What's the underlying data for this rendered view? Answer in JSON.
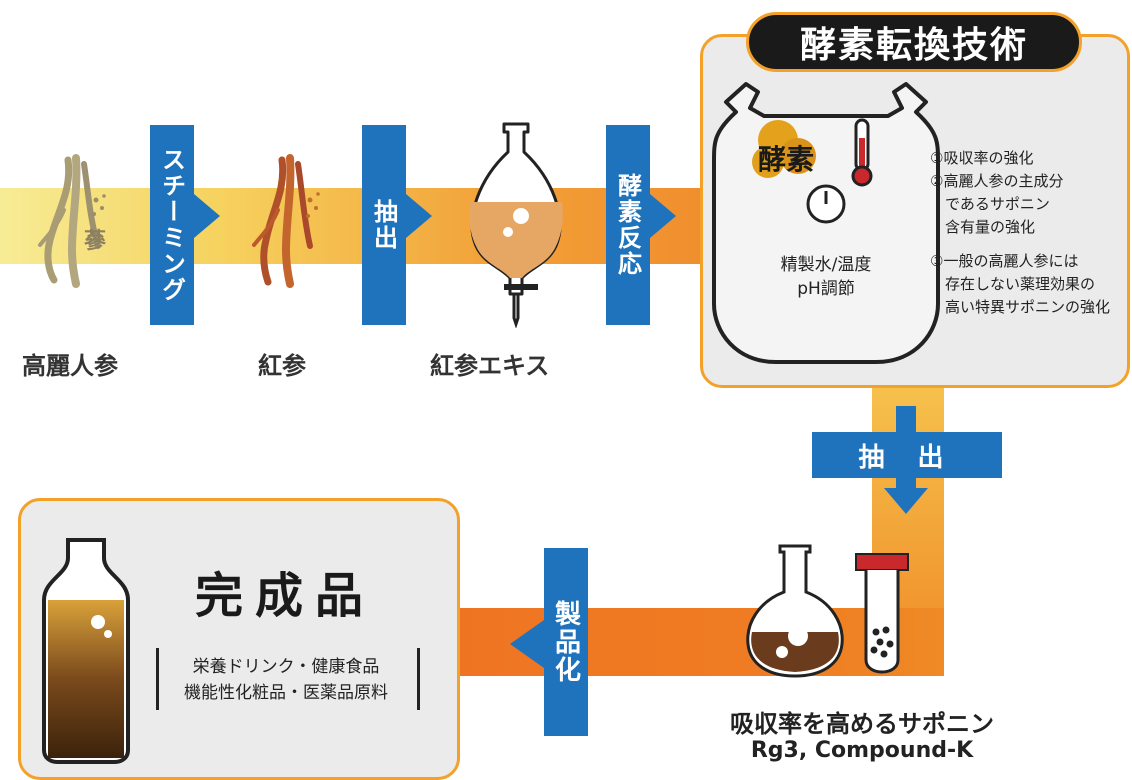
{
  "steps": {
    "ginseng": "高麗人参",
    "red_ginseng": "紅参",
    "extract": "紅参エキス"
  },
  "process_labels": {
    "steaming": "スチーミング",
    "extraction": "抽出",
    "enzyme_reaction": "酵素反応",
    "extraction2": "抽 出",
    "productization": "製品化"
  },
  "enzyme_panel": {
    "title": "酵素転換技術",
    "enzyme_badge": "酵素",
    "control_line1": "精製水/温度",
    "control_line2": "pH調節",
    "notes": [
      "①吸収率の強化",
      "②高麗人参の主成分",
      "　であるサポニン",
      "　含有量の強化",
      "③一般の高麗人参には",
      "　存在しない薬理効果の",
      "　高い特異サポニンの強化"
    ]
  },
  "saponin": {
    "line1": "吸収率を高めるサポニン",
    "line2": "Rg3, Compound-K"
  },
  "product_panel": {
    "title": "完成品",
    "line1": "栄養ドリンク・健康食品",
    "line2": "機能性化粧品・医薬品原料"
  },
  "colors": {
    "band_start": "#f7e98a",
    "band_end": "#ef7d22",
    "label_blue": "#1f73bd",
    "panel_border": "#f4a12a",
    "panel_bg": "#ebebeb"
  }
}
